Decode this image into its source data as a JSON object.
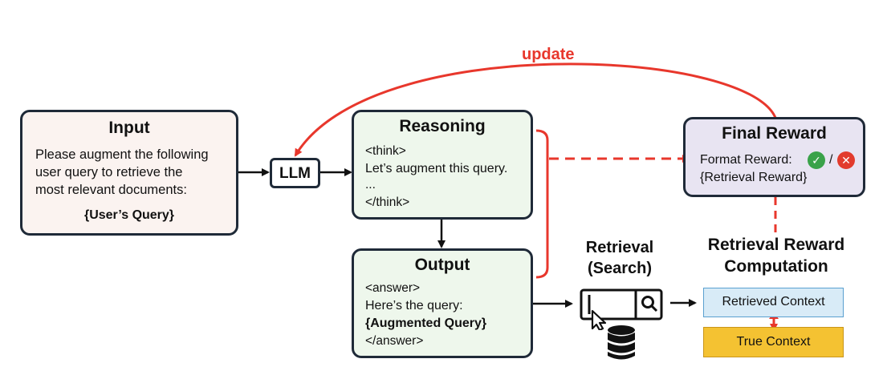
{
  "update_label": "update",
  "input": {
    "title": "Input",
    "lines": [
      "Please augment the following",
      "user query to retrieve the",
      "most relevant documents:"
    ],
    "query": "{User’s Query}"
  },
  "llm": "LLM",
  "reasoning": {
    "title": "Reasoning",
    "lines": [
      "<think>",
      "Let’s augment this query.",
      "...",
      "</think>"
    ]
  },
  "output": {
    "title": "Output",
    "lines": [
      "<answer>",
      "Here’s the query:"
    ],
    "augmented": "{Augmented Query}",
    "close": "</answer>"
  },
  "final_reward": {
    "title": "Final Reward",
    "format_label": "Format Reward:",
    "separator": "/",
    "retrieval": "{Retrieval Reward}"
  },
  "retrieval": {
    "title_line1": "Retrieval",
    "title_line2": "(Search)"
  },
  "reward_computation": {
    "line1": "Retrieval Reward",
    "line2": "Computation"
  },
  "retrieved_context": "Retrieved Context",
  "true_context": "True Context",
  "colors": {
    "red": "#e8372c",
    "input_bg": "#fbf3f0",
    "green_bg": "#eef7ec",
    "purple_bg": "#e8e4f2",
    "retrieved_bg": "#d8ebf7",
    "true_bg": "#f4c232",
    "check": "#3aa24a",
    "cross": "#e23b2d"
  }
}
